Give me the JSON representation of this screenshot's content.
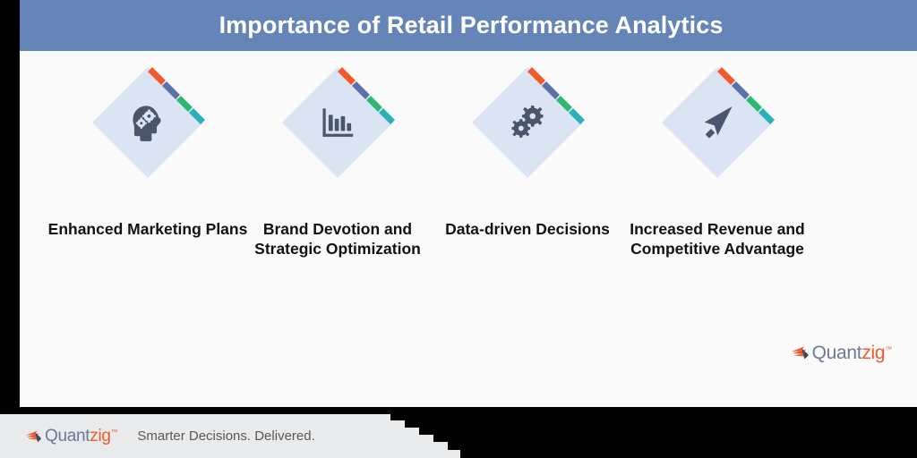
{
  "header": {
    "title": "Importance of Retail Performance Analytics",
    "background_color": "#6585b8",
    "title_color": "#ffffff"
  },
  "theme": {
    "card_background": "#fafafa",
    "diamond_fill": "#dbe4f3",
    "icon_color": "#49566b",
    "label_color": "#121212",
    "page_background": "#000000",
    "stripe_colors": [
      "#f15a2b",
      "#5b6fa8",
      "#2eb872",
      "#2ab0b8"
    ]
  },
  "items": [
    {
      "label": "Enhanced Marketing Plans",
      "icon": "head-with-gears-icon"
    },
    {
      "label": "Brand Devotion and Strategic Optimization",
      "icon": "bar-chart-icon"
    },
    {
      "label": "Data-driven Decisions",
      "icon": "gears-icon"
    },
    {
      "label": "Increased Revenue and Competitive Advantage",
      "icon": "arrow-cursor-icon"
    }
  ],
  "brand": {
    "name_part1": "Quant",
    "name_part2": "zig",
    "trademark": "™",
    "mark_icon": "quantzig-fan-mark-icon",
    "color_part1": "#6a7a96",
    "color_part2": "#f15a2b"
  },
  "footer": {
    "tagline": "Smarter Decisions. Delivered.",
    "background_color": "#e9eaec",
    "tagline_color": "#595959"
  }
}
